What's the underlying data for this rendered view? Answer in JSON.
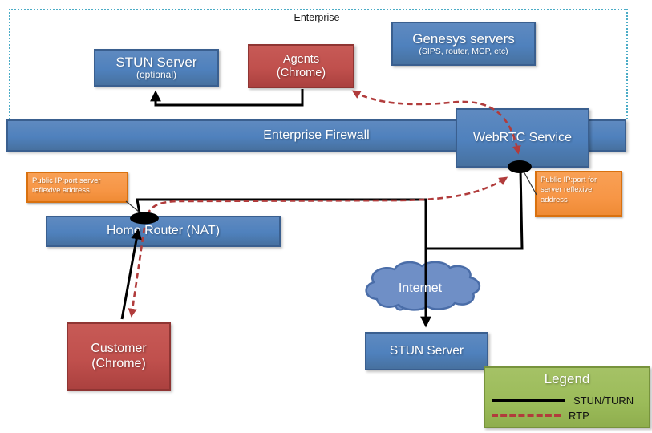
{
  "enterprise": {
    "label": "Enterprise"
  },
  "nodes": {
    "stun_server_internal": {
      "title": "STUN Server",
      "subtitle": "(optional)"
    },
    "agents": {
      "title": "Agents",
      "subtitle": "(Chrome)"
    },
    "genesys": {
      "title": "Genesys servers",
      "subtitle": "(SIPS, router, MCP, etc)"
    },
    "enterprise_firewall": {
      "title": "Enterprise Firewall"
    },
    "webrtc_service": {
      "title": "WebRTC Service"
    },
    "home_router": {
      "title": "Home Router (NAT)"
    },
    "customer": {
      "title": "Customer",
      "subtitle": "(Chrome)"
    },
    "internet_cloud": {
      "title": "Internet"
    },
    "stun_server_public": {
      "title": "STUN Server"
    }
  },
  "callouts": {
    "home_router_note": "Public IP:port server reflexive address",
    "webrtc_note": "Public IP:port for server reflexive address"
  },
  "legend": {
    "title": "Legend",
    "items": [
      {
        "label": "STUN/TURN",
        "style": "solid-black"
      },
      {
        "label": "RTP",
        "style": "dashed-red"
      }
    ]
  },
  "colors": {
    "node_blue": "#4F81BD",
    "node_red": "#C0504D",
    "callout_orange": "#F79646",
    "legend_green": "#9BBB59",
    "enterprise_border_teal": "#4BACC6",
    "stun_turn_line": "#000000",
    "rtp_line": "#B13C3C",
    "cloud_fill": "#6F8FC6"
  }
}
